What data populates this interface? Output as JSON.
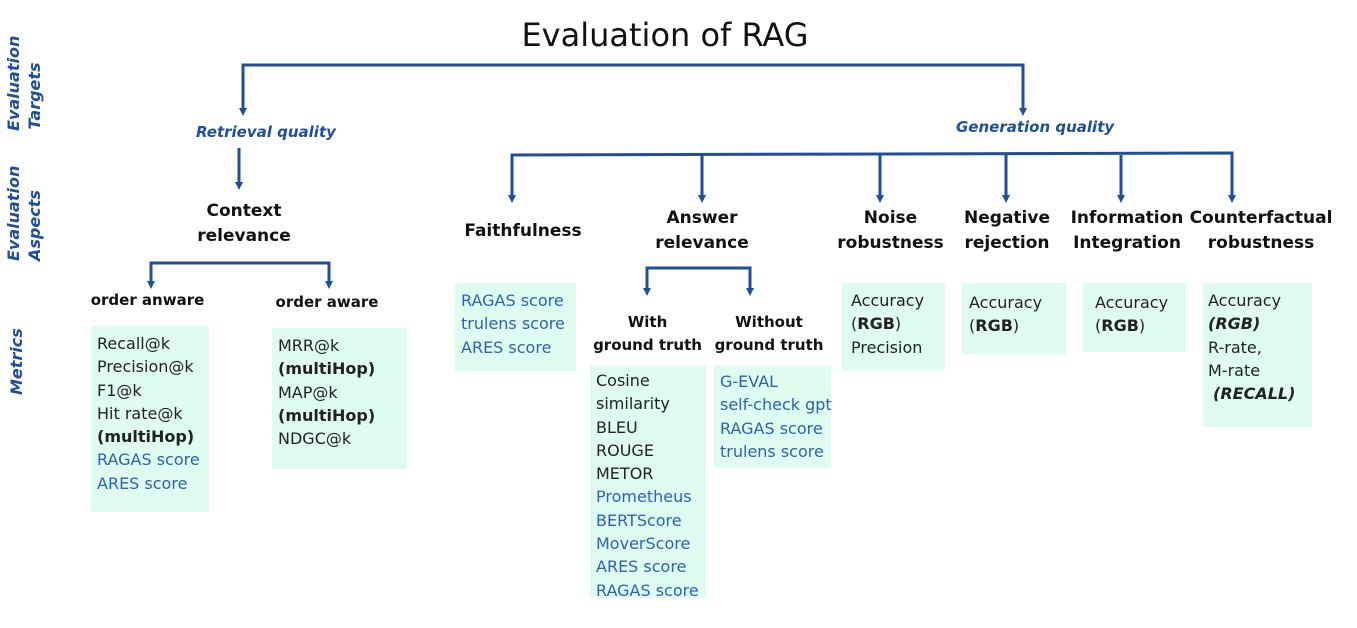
{
  "title": "Evaluation of RAG",
  "side_labels": {
    "targets": [
      "Evaluation",
      "Targets"
    ],
    "aspects": [
      "Evaluation",
      "Aspects"
    ],
    "metrics": "Metrics"
  },
  "targets": {
    "retrieval": "Retrieval quality",
    "generation": "Generation quality"
  },
  "aspects": {
    "context_relevance": [
      "Context",
      "relevance"
    ],
    "faithfulness": "Faithfulness",
    "answer_relevance": [
      "Answer",
      "relevance"
    ],
    "noise_robustness": [
      "Noise",
      "robustness"
    ],
    "negative_rejection": [
      "Negative",
      "rejection"
    ],
    "information_integration": [
      "Information",
      "Integration"
    ],
    "counterfactual_robustness": [
      "Counterfactual",
      "robustness"
    ]
  },
  "subaspects": {
    "order_unaware": "order anware",
    "order_aware": "order aware",
    "with_gt": [
      "With",
      "ground truth"
    ],
    "without_gt": [
      "Without",
      "ground truth"
    ]
  },
  "metrics": {
    "order_unaware": {
      "l1": "Recall@k",
      "l2": "Precision@k",
      "l3": "F1@k",
      "l4": "Hit rate@k",
      "l5": "(multiHop)",
      "l6": "RAGAS score",
      "l7": "ARES score"
    },
    "order_aware": {
      "l1": "MRR@k",
      "l2": "(multiHop)",
      "l3": "MAP@k",
      "l4": "(multiHop)",
      "l5": "NDGC@k"
    },
    "faithfulness": {
      "l1": "RAGAS score",
      "l2": "trulens score",
      "l3": "ARES score"
    },
    "with_gt": {
      "l1": "Cosine",
      "l2": "similarity",
      "l3": "BLEU",
      "l4": "ROUGE",
      "l5": "METOR",
      "l6": "Prometheus",
      "l7": "BERTScore",
      "l8": "MoverScore",
      "l9": "ARES score",
      "l10": "RAGAS score"
    },
    "without_gt": {
      "l1": "G-EVAL",
      "l2": "self-check gpt",
      "l3": "RAGAS score",
      "l4": "trulens score"
    },
    "noise": {
      "l1": "Accuracy",
      "l2_open": "(",
      "l2_em": "RGB",
      "l2_close": ")",
      "l3": "Precision"
    },
    "negative": {
      "l1": "Accuracy",
      "l2_open": "(",
      "l2_em": "RGB",
      "l2_close": ")"
    },
    "integration": {
      "l1": "Accuracy",
      "l2_open": "(",
      "l2_em": "RGB",
      "l2_close": ")"
    },
    "counterfactual": {
      "l1": "Accuracy",
      "l2": "(RGB)",
      "l3": "R-rate,",
      "l4": "M-rate",
      "l5": "(RECALL)"
    }
  },
  "colors": {
    "connector": "#1f4e9b",
    "box_fill": "#dffcf0",
    "blue_text": "#2b62b3",
    "label_blue": "#1f4e9b"
  }
}
